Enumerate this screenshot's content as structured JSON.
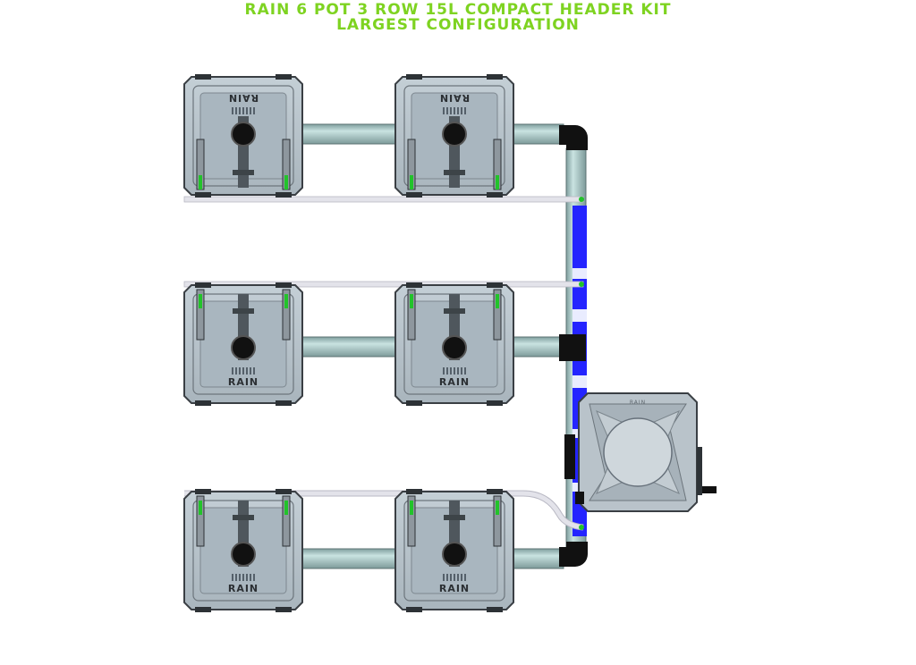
{
  "title": {
    "line1": "RAIN 6 POT 3 ROW 15L COMPACT HEADER KIT",
    "line2": "LARGEST CONFIGURATION"
  },
  "colors": {
    "title": "#7ed321",
    "pot_body": "#b8c4cc",
    "pot_inner": "#a9b6bf",
    "pot_outline": "#3a3f44",
    "pipe": "#a6c7c6",
    "feed_line": "#e3e3ea",
    "return_flow": "#2424ff",
    "fitting": "#111111",
    "drain_dot": "#22c32a"
  },
  "pots": [
    {
      "id": "pot-1",
      "row": 1,
      "col": 1,
      "label": "RAIN",
      "label_flipped": true
    },
    {
      "id": "pot-2",
      "row": 1,
      "col": 2,
      "label": "RAIN",
      "label_flipped": true
    },
    {
      "id": "pot-3",
      "row": 2,
      "col": 1,
      "label": "RAIN",
      "label_flipped": false
    },
    {
      "id": "pot-4",
      "row": 2,
      "col": 2,
      "label": "RAIN",
      "label_flipped": false
    },
    {
      "id": "pot-5",
      "row": 3,
      "col": 1,
      "label": "RAIN",
      "label_flipped": false
    },
    {
      "id": "pot-6",
      "row": 3,
      "col": 2,
      "label": "RAIN",
      "label_flipped": false
    }
  ],
  "control_unit": {
    "label": "RAIN"
  }
}
